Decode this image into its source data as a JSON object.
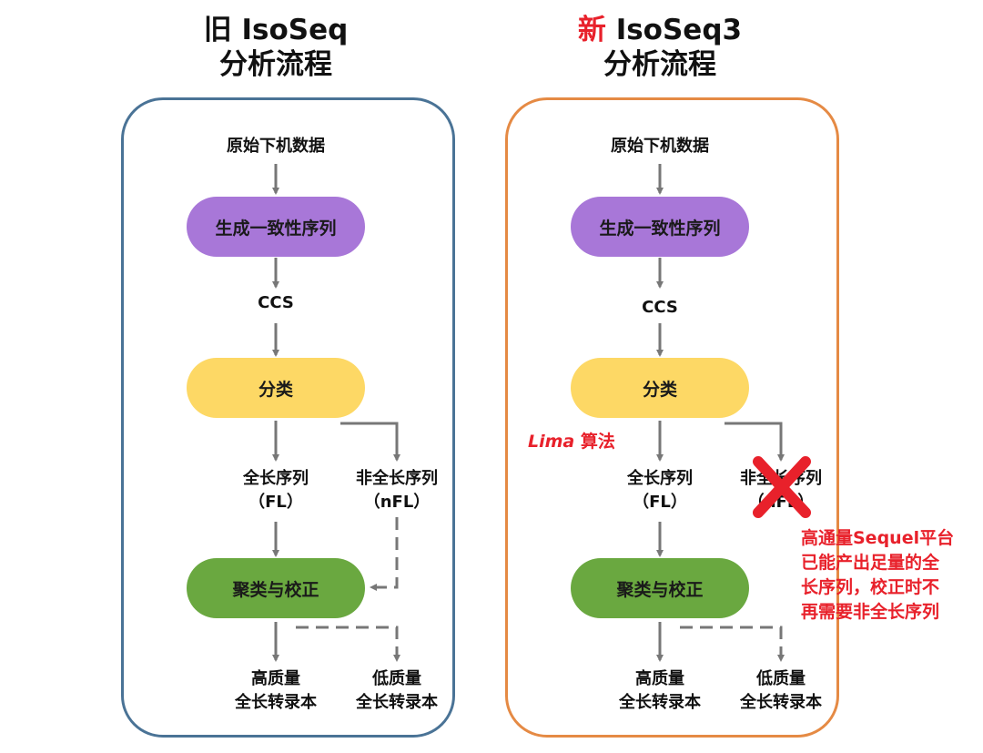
{
  "left": {
    "title_prefix": "旧",
    "title_name": " IsoSeq",
    "title_line2": "分析流程",
    "raw": "原始下机数据",
    "step1": "生成一致性序列",
    "ccs": "CCS",
    "step2": "分类",
    "fl_line1": "全长序列",
    "fl_line2": "（FL）",
    "nfl_line1": "非全长序列",
    "nfl_line2": "（nFL）",
    "step3": "聚类与校正",
    "hq_line1": "高质量",
    "hq_line2": "全长转录本",
    "lq_line1": "低质量",
    "lq_line2": "全长转录本"
  },
  "right": {
    "title_prefix": "新",
    "title_name": " IsoSeq3",
    "title_line2": "分析流程",
    "raw": "原始下机数据",
    "step1": "生成一致性序列",
    "ccs": "CCS",
    "step2": "分类",
    "lima_italic": "Lima",
    "lima_rest": " 算法",
    "fl_line1": "全长序列",
    "fl_line2": "（FL）",
    "nfl_line1": "非全长序列",
    "nfl_line2": "（nFL）",
    "step3": "聚类与校正",
    "hq_line1": "高质量",
    "hq_line2": "全长转录本",
    "lq_line1": "低质量",
    "lq_line2": "全长转录本",
    "note_lines": [
      "高通量Sequel平台",
      "已能产出足量的全",
      "长序列，校正时不",
      "再需要非全长序列"
    ]
  },
  "colors": {
    "left_border": "#4a7396",
    "right_border": "#e58a44",
    "purple": "#a877d8",
    "yellow": "#fdd865",
    "green": "#6aa840",
    "arrow": "#777777",
    "red": "#e8212b"
  }
}
